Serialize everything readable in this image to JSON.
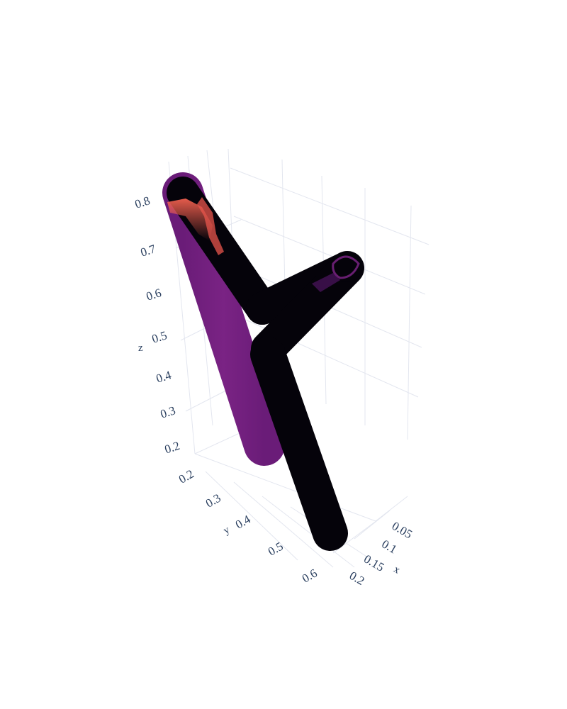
{
  "chart_data": {
    "type": "scatter3d",
    "axes": {
      "x": {
        "title": "x",
        "ticks": [
          "0.05",
          "0.1",
          "0.15",
          "0.2"
        ]
      },
      "y": {
        "title": "y",
        "ticks": [
          "0.2",
          "0.3",
          "0.4",
          "0.5",
          "0.6"
        ]
      },
      "z": {
        "title": "z",
        "ticks": [
          "0.2",
          "0.3",
          "0.4",
          "0.5",
          "0.6",
          "0.7",
          "0.8"
        ]
      }
    },
    "grid": true,
    "colorscale": "magma",
    "colors": {
      "black": "#05030a",
      "purple": "#72207e",
      "orange": "#f0604f",
      "grid": "#e3e6ef",
      "axis_text": "#2a3f5f"
    },
    "tubes": [
      {
        "name": "",
        "color": "purple",
        "from": {
          "x": 0.2,
          "y": 0.2,
          "z": 0.81
        },
        "to": {
          "x": 0.2,
          "y": 0.45,
          "z": 0.2
        }
      },
      {
        "name": "",
        "color": "black",
        "from": {
          "x": 0.2,
          "y": 0.2,
          "z": 0.81
        },
        "to": {
          "x": 0.2,
          "y": 0.4,
          "z": 0.6
        }
      },
      {
        "name": "",
        "color": "black",
        "from": {
          "x": 0.2,
          "y": 0.4,
          "z": 0.6
        },
        "to": {
          "x": 0.08,
          "y": 0.42,
          "z": 0.73
        }
      },
      {
        "name": "",
        "color": "black",
        "from": {
          "x": 0.15,
          "y": 0.42,
          "z": 0.52
        },
        "to": {
          "x": 0.08,
          "y": 0.42,
          "z": 0.73
        }
      },
      {
        "name": "",
        "color": "black",
        "from": {
          "x": 0.15,
          "y": 0.42,
          "z": 0.52
        },
        "to": {
          "x": 0.2,
          "y": 0.62,
          "z": 0.16
        }
      }
    ]
  }
}
